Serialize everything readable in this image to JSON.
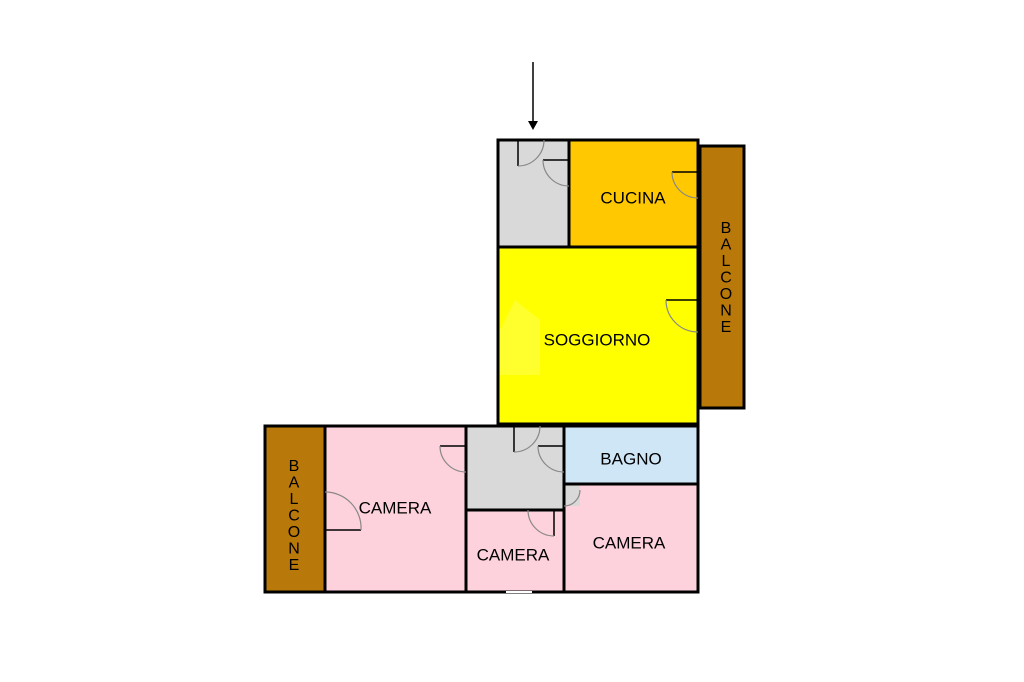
{
  "rooms": {
    "cucina": {
      "label": "CUCINA",
      "color": "#ffc800"
    },
    "soggiorno": {
      "label": "SOGGIORNO",
      "color": "#ffff00"
    },
    "bagno": {
      "label": "BAGNO",
      "color": "#cfe6f7"
    },
    "camera_left": {
      "label": "CAMERA",
      "color": "#fdd2dc"
    },
    "camera_middle": {
      "label": "CAMERA",
      "color": "#fdd2dc"
    },
    "camera_right": {
      "label": "CAMERA",
      "color": "#fdd2dc"
    },
    "corridor": {
      "color": "#d9d9d9"
    }
  },
  "balconies": {
    "right": {
      "label": "BALCONE",
      "color": "#b8780a"
    },
    "left": {
      "label": "BALCONE",
      "color": "#b8780a"
    }
  },
  "entrance_arrow": {
    "icon": "arrow-down-icon"
  }
}
